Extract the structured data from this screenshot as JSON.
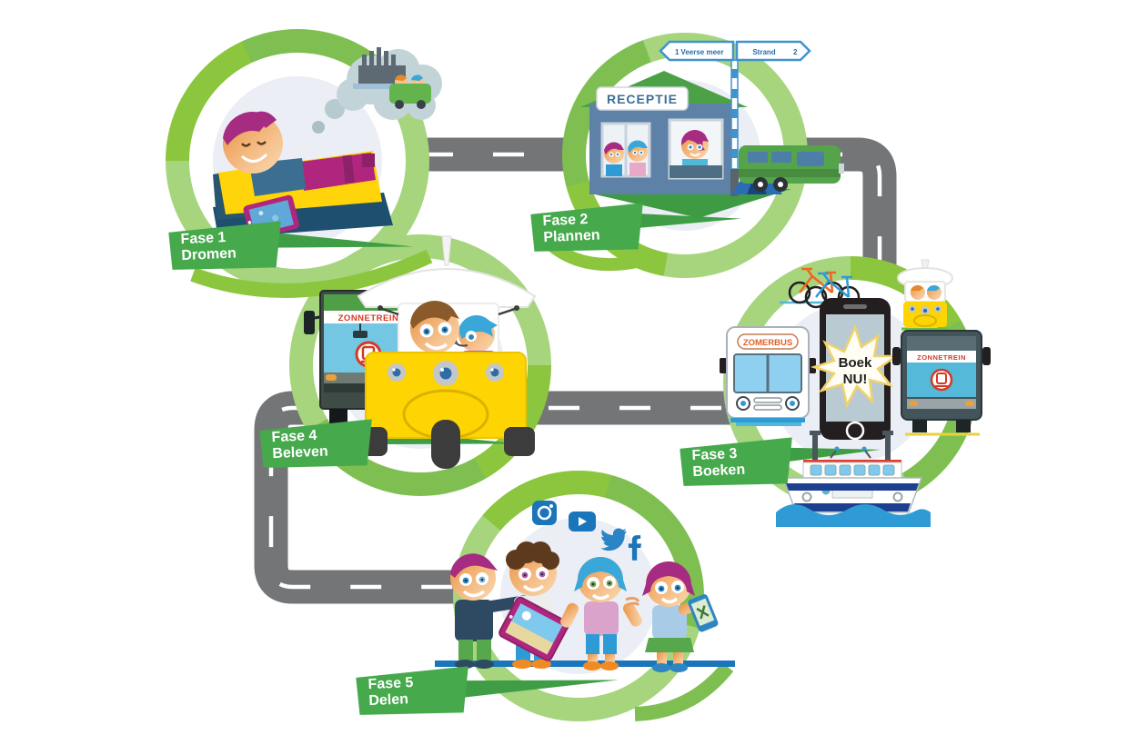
{
  "title": "Vijf fasen klantreis infographic",
  "colors": {
    "ring_green_light": "#a6d57d",
    "ring_green_dark": "#7fbf52",
    "banner_green": "#46a94c",
    "road_gray": "#737577",
    "dash_white": "#ffffff",
    "inner_disc": "#eceef5",
    "social_blue": "#1b75bb",
    "magenta": "#b0267e",
    "yellow": "#ffd403",
    "orange": "#e45f26",
    "teal": "#52b8d8",
    "sign_red": "#d33a26"
  },
  "phases": [
    {
      "fase": "Fase 1",
      "name": "Dromen"
    },
    {
      "fase": "Fase 2",
      "name": "Plannen"
    },
    {
      "fase": "Fase 3",
      "name": "Boeken"
    },
    {
      "fase": "Fase 4",
      "name": "Beleven"
    },
    {
      "fase": "Fase 5",
      "name": "Delen"
    }
  ],
  "fase2": {
    "reception_sign": "RECEPTIE",
    "signpost": {
      "left_number": "1",
      "left_label": "Veerse meer",
      "right_label": "Strand",
      "right_number": "2"
    }
  },
  "fase3": {
    "phone_cta_line1": "Boek",
    "phone_cta_line2": "NU!",
    "bus_label": "ZOMERBUS",
    "train_label": "ZONNETREIN"
  },
  "fase4": {
    "train_label": "ZONNETREIN"
  },
  "fase5": {
    "social_icons": [
      "instagram",
      "youtube",
      "twitter",
      "facebook"
    ]
  }
}
